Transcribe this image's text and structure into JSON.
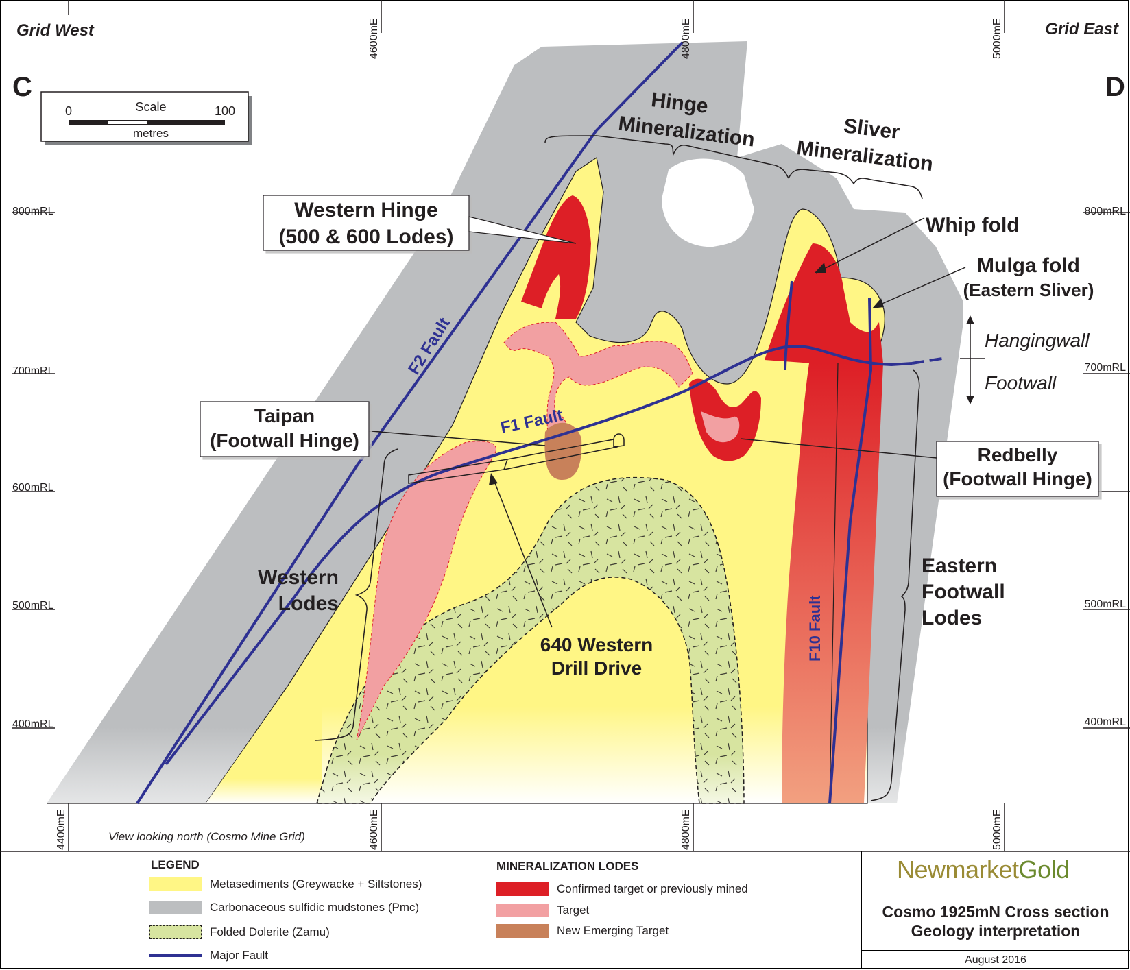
{
  "corner_labels": {
    "grid_west": "Grid West",
    "grid_east": "Grid East",
    "left_letter": "C",
    "right_letter": "D"
  },
  "scale": {
    "title": "Scale",
    "min": "0",
    "max": "100",
    "unit": "metres"
  },
  "easting_ticks": [
    "4400mE",
    "4600mE",
    "4800mE",
    "5000mE"
  ],
  "rl_ticks_left": [
    "800mRL",
    "700mRL",
    "600mRL",
    "500mRL",
    "400mRL"
  ],
  "rl_ticks_right": [
    "800mRL",
    "700mRL",
    "500mRL",
    "400mRL"
  ],
  "rl_tick_parts": {
    "num": [
      "800",
      "700",
      "600",
      "500",
      "400"
    ],
    "unit": "mRL"
  },
  "annotations": {
    "hinge_min_1": "Hinge",
    "hinge_min_2": "Mineralization",
    "sliver_min_1": "Sliver",
    "sliver_min_2": "Mineralization",
    "western_hinge_1": "Western Hinge",
    "western_hinge_2": "(500 & 600 Lodes)",
    "whip_fold": "Whip fold",
    "mulga_1": "Mulga fold",
    "mulga_2": "(Eastern Sliver)",
    "hangingwall": "Hangingwall",
    "footwall": "Footwall",
    "taipan_1": "Taipan",
    "taipan_2": "(Footwall Hinge)",
    "redbelly_1": "Redbelly",
    "redbelly_2": "(Footwall Hinge)",
    "western_lodes_1": "Western",
    "western_lodes_2": "Lodes",
    "eastern_1": "Eastern",
    "eastern_2": "Footwall",
    "eastern_3": "Lodes",
    "drill_1": "640 Western",
    "drill_2": "Drill Drive",
    "f1": "F1 Fault",
    "f2": "F2 Fault",
    "f10": "F10 Fault",
    "view": "View looking north (Cosmo Mine Grid)"
  },
  "legend": {
    "title": "LEGEND",
    "items": [
      {
        "label": "Metasediments (Greywacke + Siltstones)",
        "color": "#fff685"
      },
      {
        "label": "Carbonaceous sulfidic mudstones (Pmc)",
        "color": "#bcbec0"
      },
      {
        "label": "Folded Dolerite (Zamu)",
        "color": "#d7e4a0"
      },
      {
        "label": "Major Fault",
        "color": "#2e3192"
      }
    ]
  },
  "mineralization": {
    "title": "MINERALIZATION LODES",
    "items": [
      {
        "label": "Confirmed target or previously mined",
        "color": "#dd1f26"
      },
      {
        "label": "Target",
        "color": "#f2a0a2"
      },
      {
        "label": "New Emerging Target",
        "color": "#c8815a"
      }
    ]
  },
  "title_block": {
    "brand_a": "Newmarket",
    "brand_b": "Gold",
    "title_1": "Cosmo 1925mN Cross section",
    "title_2": "Geology interpretation",
    "date": "August 2016"
  }
}
